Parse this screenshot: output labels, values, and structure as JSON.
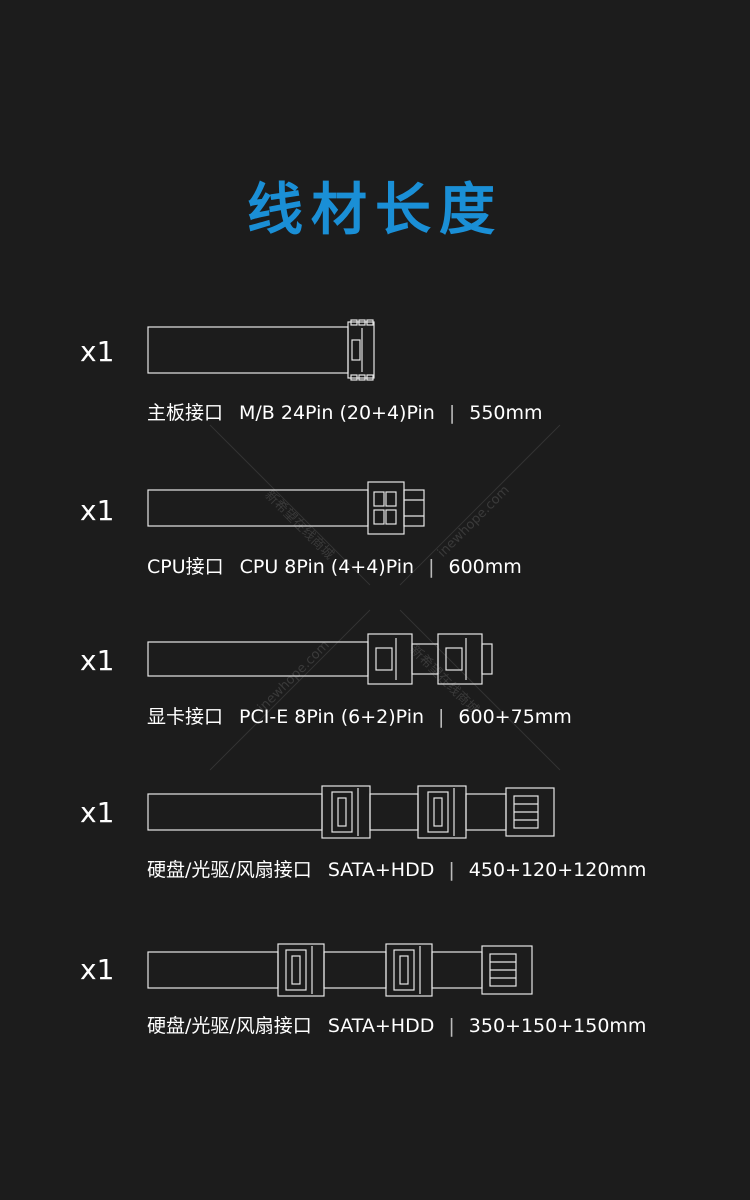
{
  "title": "线材长度",
  "watermark": {
    "cn": "新希望在线商城",
    "en": "inewhope.com"
  },
  "rows": [
    {
      "qty": "x1",
      "name": "主板接口",
      "spec": "M/B 24Pin (20+4)Pin",
      "length": "550mm"
    },
    {
      "qty": "x1",
      "name": "CPU接口",
      "spec": "CPU 8Pin (4+4)Pin",
      "length": "600mm"
    },
    {
      "qty": "x1",
      "name": "显卡接口",
      "spec": "PCI-E 8Pin (6+2)Pin",
      "length": "600+75mm"
    },
    {
      "qty": "x1",
      "name": "硬盘/光驱/风扇接口",
      "spec": "SATA+HDD",
      "length": "450+120+120mm"
    },
    {
      "qty": "x1",
      "name": "硬盘/光驱/风扇接口",
      "spec": "SATA+HDD",
      "length": "350+150+150mm"
    }
  ],
  "separator": "|",
  "colors": {
    "title": "#1a8fd6",
    "background": "#1c1c1c"
  }
}
